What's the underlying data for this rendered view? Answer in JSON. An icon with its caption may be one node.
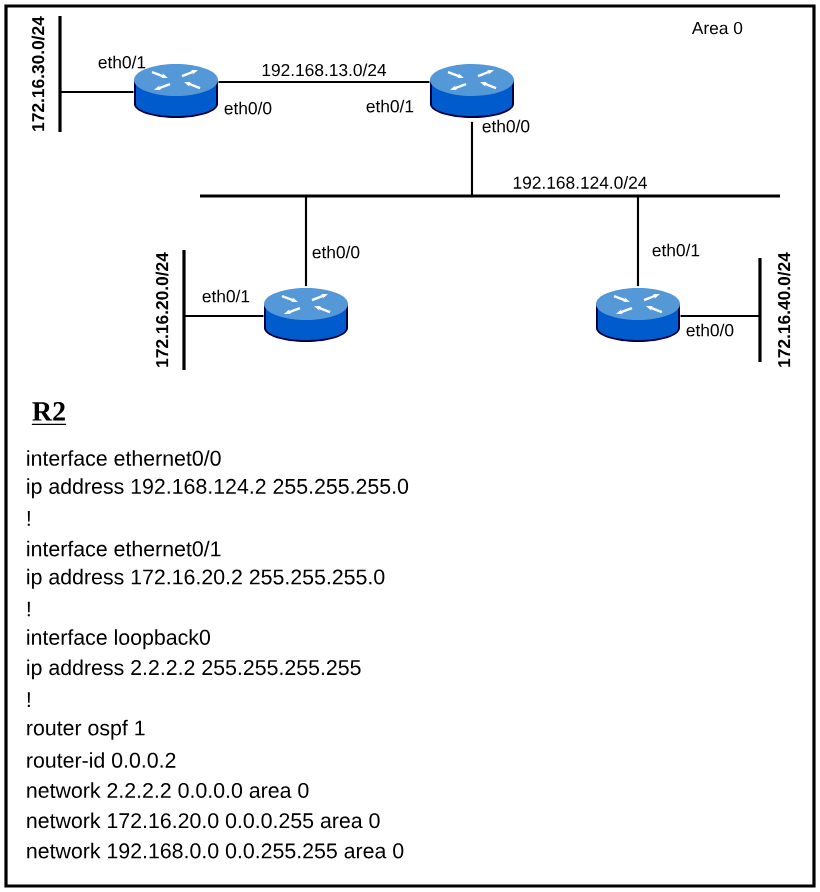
{
  "diagram": {
    "nodes": [
      {
        "text": [
          "172.16.30.0/24"
        ]
      },
      {
        "text": [],
        "shape": "router"
      },
      {
        "text": [],
        "shape": "router"
      },
      {
        "text": [
          "192.168.124.0/24"
        ]
      },
      {
        "text": [],
        "shape": "router"
      },
      {
        "text": [
          "172.16.20.0/24"
        ]
      },
      {
        "text": [],
        "shape": "router"
      },
      {
        "text": [
          "172.16.40.0/24"
        ]
      }
    ],
    "edges": [
      {
        "from": 0,
        "to": 1,
        "arrow": "none"
      },
      {
        "from": 1,
        "to": 2,
        "arrow": "none",
        "label": "192.168.13.0/24"
      },
      {
        "from": 2,
        "to": 3,
        "arrow": "none"
      },
      {
        "from": 3,
        "to": 4,
        "arrow": "none"
      },
      {
        "from": 3,
        "to": 6,
        "arrow": "none"
      },
      {
        "from": 5,
        "to": 4,
        "arrow": "none"
      },
      {
        "from": 6,
        "to": 7,
        "arrow": "none"
      }
    ],
    "labels": [
      "Area 0",
      "eth0/1",
      "eth0/0",
      "eth0/1",
      "eth0/0",
      "eth0/0",
      "eth0/1",
      "eth0/1",
      "eth0/0",
      "R2",
      "interface ethernet0/0",
      "ip address 192.168.124.2 255.255.255.0",
      "!",
      "interface ethernet0/1",
      "ip address 172.16.20.2 255.255.255.0",
      "!",
      "interface loopback0",
      "ip address 2.2.2.2 255.255.255.255",
      "!",
      "router ospf 1",
      "router-id 0.0.0.2",
      "network 2.2.2.2 0.0.0.0 area 0",
      "network 172.16.20.0 0.0.0.255 area 0",
      "network 192.168.0.0 0.0.255.255 area 0"
    ]
  }
}
